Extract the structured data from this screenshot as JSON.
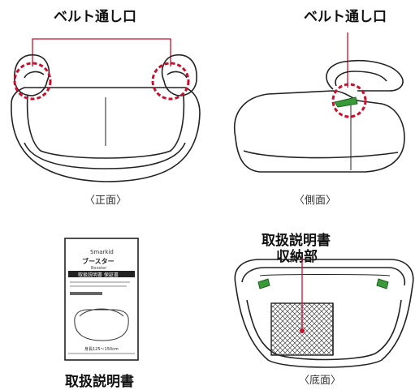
{
  "labels": {
    "belt_front": "ベルト通し口",
    "belt_side": "ベルト通し口",
    "front_caption": "〈正面〉",
    "side_caption": "〈側面〉",
    "manual_storage_line1": "取扱説明書",
    "manual_storage_line2": "収納部",
    "bottom_caption": "〈底面〉",
    "manual_caption": "取扱説明書"
  },
  "manual_booklet": {
    "logo": "Smarkid",
    "title": "ブースター",
    "subtitle": "Booster",
    "banner": "取扱説明書  保証書",
    "footer": "身長125～150cm"
  },
  "colors": {
    "highlight_circle": "#c8102e",
    "belt_accent": "#3a9a3a",
    "outline": "#222222"
  }
}
